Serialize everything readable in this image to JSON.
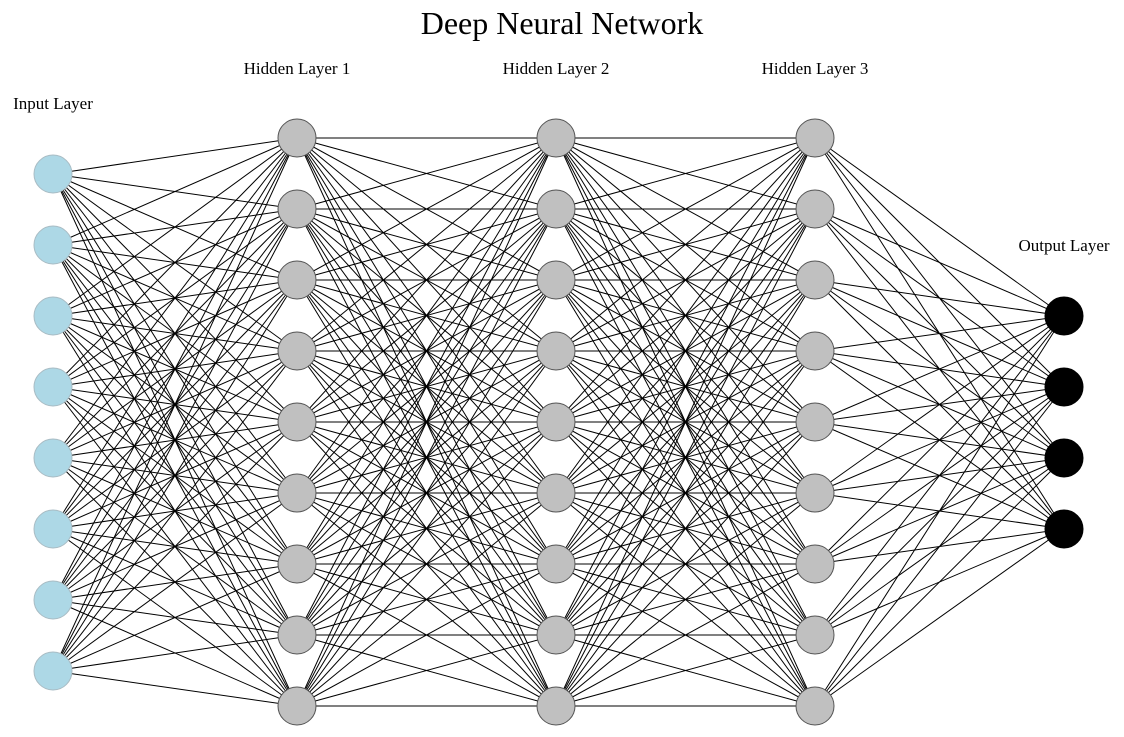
{
  "title": "Deep Neural Network",
  "layers": [
    {
      "label": "Input Layer",
      "nodes": 8,
      "fill": "#add8e6",
      "stroke": "#a9bcc4"
    },
    {
      "label": "Hidden Layer 1",
      "nodes": 9,
      "fill": "#c0c0c0",
      "stroke": "#555555"
    },
    {
      "label": "Hidden Layer 2",
      "nodes": 9,
      "fill": "#c0c0c0",
      "stroke": "#555555"
    },
    {
      "label": "Hidden Layer 3",
      "nodes": 9,
      "fill": "#c0c0c0",
      "stroke": "#555555"
    },
    {
      "label": "Output Layer",
      "nodes": 4,
      "fill": "#000000",
      "stroke": "#000000"
    }
  ],
  "connectivity": "fully-connected",
  "edge_color": "#000000"
}
